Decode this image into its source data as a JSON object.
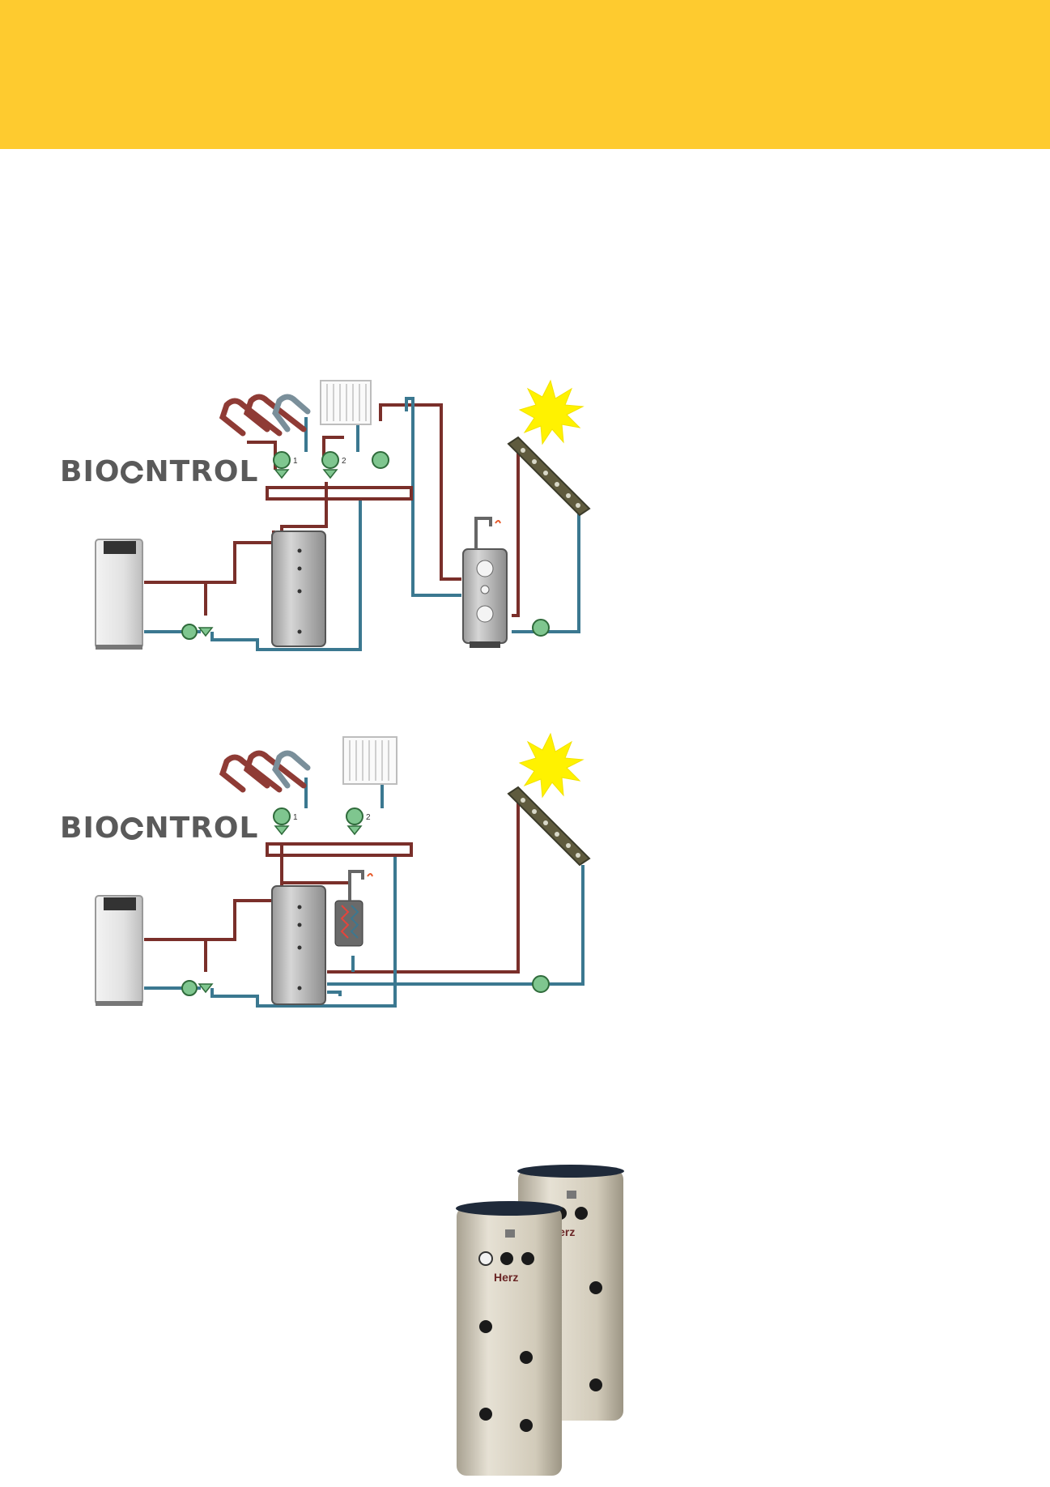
{
  "logo": {
    "part1": "BIO",
    "part2": "NTROL"
  },
  "diagram_labels": {
    "circuit_1": "1",
    "circuit_2": "2"
  },
  "tank_brand": "Herz",
  "colors": {
    "header": "#fecb2f",
    "supply_pipe": "#7a2f2a",
    "return_pipe": "#3b7890",
    "pump": "#7fc68f",
    "sun": "#fff200",
    "tank": "#d8d2c4"
  },
  "icons": [
    "boiler-icon",
    "buffer-tank-icon",
    "hot-water-tank-icon",
    "solar-collector-icon",
    "sun-icon",
    "radiator-icon",
    "floor-heating-icon",
    "pump-icon",
    "mixing-valve-icon",
    "tap-icon",
    "heat-exchanger-icon"
  ]
}
